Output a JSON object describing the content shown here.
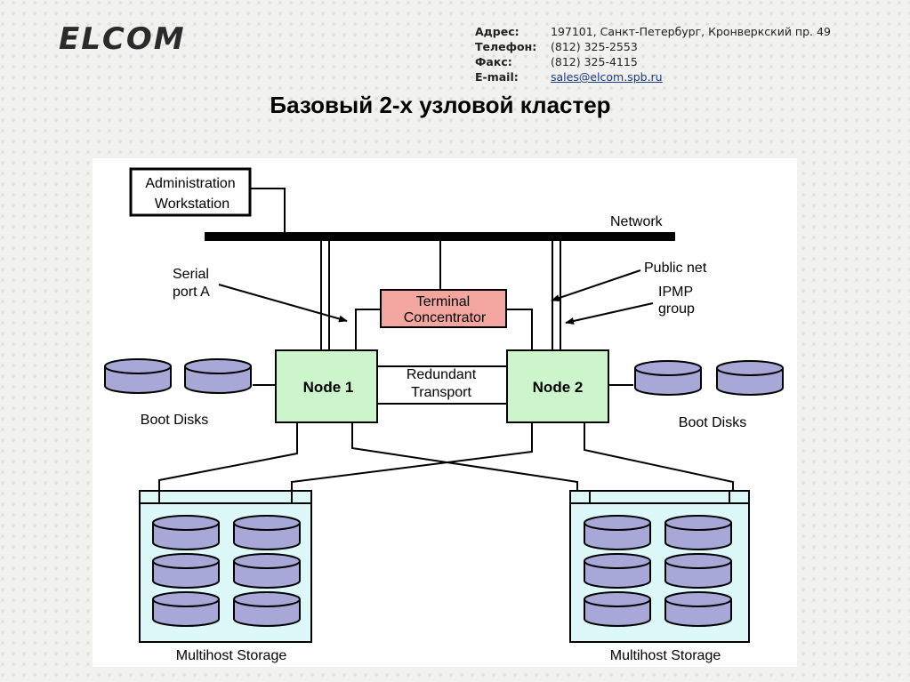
{
  "header": {
    "logo": "ELCOM",
    "contacts": [
      {
        "label": "Адрес:",
        "value": "197101, Санкт-Петербург, Кронверкский пр. 49"
      },
      {
        "label": "Телефон:",
        "value": "(812) 325-2553"
      },
      {
        "label": "Факс:",
        "value": "(812) 325-4115"
      },
      {
        "label": "E-mail:",
        "value": "sales@elcom.spb.ru"
      }
    ]
  },
  "title": "Базовый 2-х узловой кластер",
  "diagram": {
    "admin_line1": "Administration",
    "admin_line2": "Workstation",
    "network": "Network",
    "serial_line1": "Serial",
    "serial_line2": "port A",
    "terminal_line1": "Terminal",
    "terminal_line2": "Concentrator",
    "public_net": "Public net",
    "ipmp_line1": "IPMP",
    "ipmp_line2": "group",
    "node1": "Node 1",
    "node2": "Node 2",
    "redundant_line1": "Redundant",
    "redundant_line2": "Transport",
    "boot_disks_left": "Boot Disks",
    "boot_disks_right": "Boot Disks",
    "storage_left": "Multihost  Storage",
    "storage_right": "Multihost  Storage",
    "colors": {
      "node_fill": "#ccf5cc",
      "terminal_fill": "#f3a6a0",
      "disk_fill": "#a8a8d8",
      "storage_fill": "#dcf8f8"
    }
  }
}
